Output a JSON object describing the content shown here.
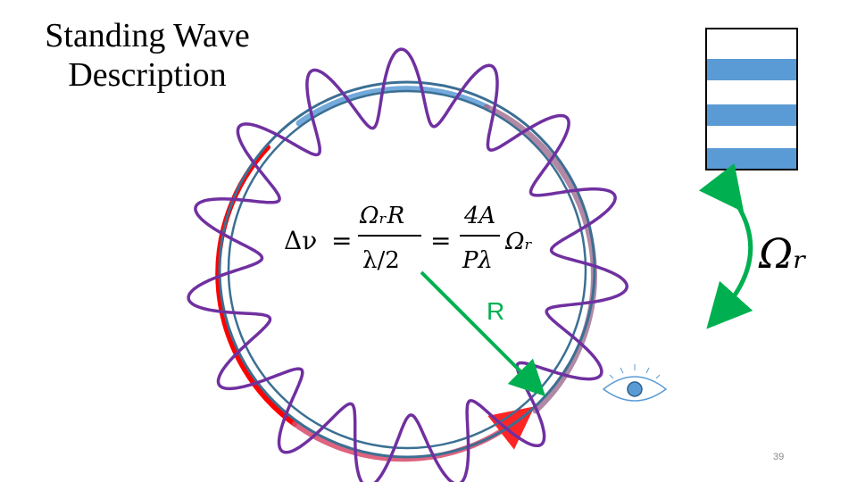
{
  "slide": {
    "title_line1": "Standing Wave",
    "title_line2": "Description",
    "page_number": "39"
  },
  "equation": {
    "lhs": "Δν",
    "eq1": "=",
    "frac1_num": "ΩᵣR",
    "frac1_den": "λ/2",
    "eq2": "=",
    "frac2_num": "4A",
    "frac2_den": "Pλ",
    "tail": "Ωᵣ"
  },
  "radius_label": "R",
  "rotation_label": "Ωᵣ",
  "colors": {
    "ring": "#3b6f93",
    "standing_wave": "#7030a0",
    "counter_beam": "#ff0000",
    "co_beam": "#5b9bd5",
    "radius_arrow": "#00b050",
    "rotation_arrow": "#00b050",
    "stripe_fill": "#5b9bd5",
    "eye": "#5b9bd5"
  },
  "icons": {
    "observer": "eye-icon",
    "fringe_pattern": "fringe-stripes"
  }
}
